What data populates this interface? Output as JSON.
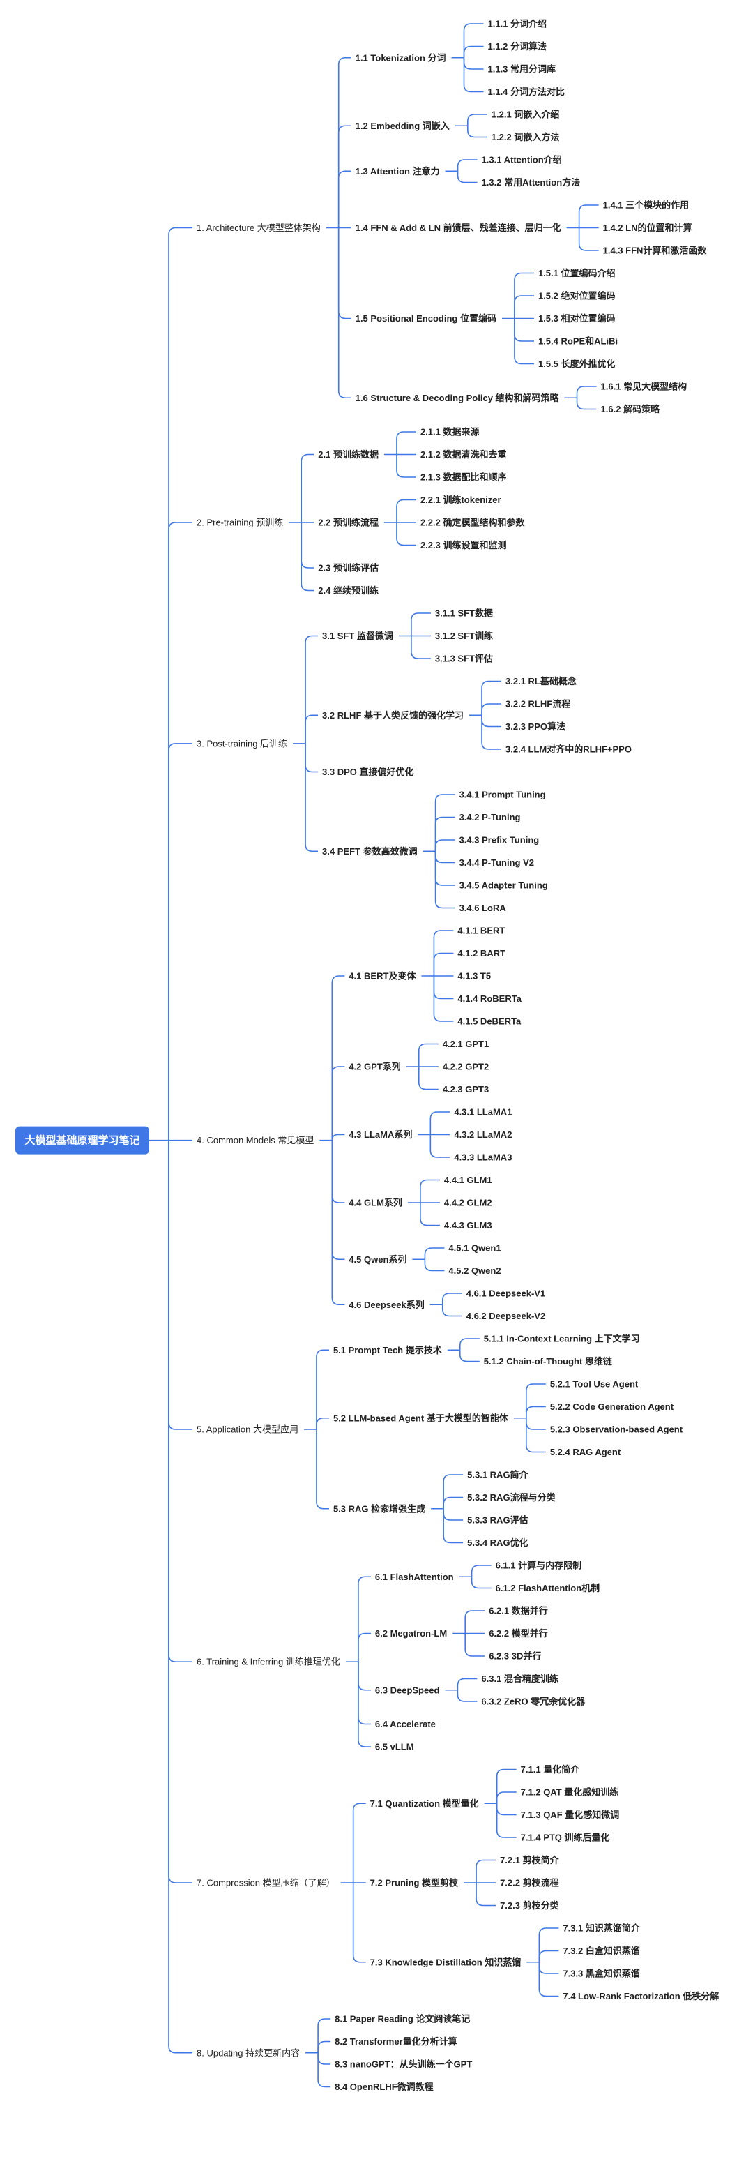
{
  "accent_color": "#3f77e6",
  "line_color": "#3f77e6",
  "root": {
    "label": "大模型基础原理学习笔记",
    "children": [
      {
        "label": "1. Architecture 大模型整体架构",
        "children": [
          {
            "label": "1.1 Tokenization 分词",
            "children": [
              {
                "label": "1.1.1 分词介绍"
              },
              {
                "label": "1.1.2 分词算法"
              },
              {
                "label": "1.1.3 常用分词库"
              },
              {
                "label": "1.1.4 分词方法对比"
              }
            ]
          },
          {
            "label": "1.2 Embedding 词嵌入",
            "children": [
              {
                "label": "1.2.1 词嵌入介绍"
              },
              {
                "label": "1.2.2 词嵌入方法"
              }
            ]
          },
          {
            "label": "1.3 Attention 注意力",
            "children": [
              {
                "label": "1.3.1 Attention介绍"
              },
              {
                "label": "1.3.2 常用Attention方法"
              }
            ]
          },
          {
            "label": "1.4 FFN & Add & LN 前馈层、残差连接、层归一化",
            "children": [
              {
                "label": "1.4.1 三个模块的作用"
              },
              {
                "label": "1.4.2 LN的位置和计算"
              },
              {
                "label": "1.4.3 FFN计算和激活函数"
              }
            ]
          },
          {
            "label": "1.5 Positional Encoding 位置编码",
            "children": [
              {
                "label": "1.5.1 位置编码介绍"
              },
              {
                "label": "1.5.2 绝对位置编码"
              },
              {
                "label": "1.5.3 相对位置编码"
              },
              {
                "label": "1.5.4 RoPE和ALiBi"
              },
              {
                "label": "1.5.5 长度外推优化"
              }
            ]
          },
          {
            "label": "1.6 Structure & Decoding Policy 结构和解码策略",
            "children": [
              {
                "label": "1.6.1 常见大模型结构"
              },
              {
                "label": "1.6.2 解码策略"
              }
            ]
          }
        ]
      },
      {
        "label": "2. Pre-training 预训练",
        "children": [
          {
            "label": "2.1 预训练数据",
            "children": [
              {
                "label": "2.1.1 数据来源"
              },
              {
                "label": "2.1.2 数据清洗和去重"
              },
              {
                "label": "2.1.3 数据配比和顺序"
              }
            ]
          },
          {
            "label": "2.2 预训练流程",
            "children": [
              {
                "label": "2.2.1 训练tokenizer"
              },
              {
                "label": "2.2.2 确定模型结构和参数"
              },
              {
                "label": "2.2.3  训练设置和监测"
              }
            ]
          },
          {
            "label": "2.3 预训练评估"
          },
          {
            "label": "2.4 继续预训练"
          }
        ]
      },
      {
        "label": "3. Post-training 后训练",
        "children": [
          {
            "label": "3.1 SFT 监督微调",
            "children": [
              {
                "label": "3.1.1 SFT数据"
              },
              {
                "label": "3.1.2 SFT训练"
              },
              {
                "label": "3.1.3 SFT评估"
              }
            ]
          },
          {
            "label": "3.2 RLHF 基于人类反馈的强化学习",
            "children": [
              {
                "label": "3.2.1 RL基础概念"
              },
              {
                "label": "3.2.2 RLHF流程"
              },
              {
                "label": "3.2.3 PPO算法"
              },
              {
                "label": "3.2.4 LLM对齐中的RLHF+PPO"
              }
            ]
          },
          {
            "label": "3.3 DPO 直接偏好优化"
          },
          {
            "label": "3.4 PEFT 参数高效微调",
            "children": [
              {
                "label": "3.4.1 Prompt Tuning"
              },
              {
                "label": "3.4.2 P-Tuning"
              },
              {
                "label": "3.4.3 Prefix Tuning"
              },
              {
                "label": "3.4.4 P-Tuning V2"
              },
              {
                "label": "3.4.5 Adapter Tuning"
              },
              {
                "label": "3.4.6 LoRA"
              }
            ]
          }
        ]
      },
      {
        "label": "4. Common Models 常见模型",
        "children": [
          {
            "label": "4.1 BERT及变体",
            "children": [
              {
                "label": "4.1.1 BERT"
              },
              {
                "label": "4.1.2 BART"
              },
              {
                "label": "4.1.3 T5"
              },
              {
                "label": "4.1.4 RoBERTa"
              },
              {
                "label": "4.1.5 DeBERTa"
              }
            ]
          },
          {
            "label": "4.2 GPT系列",
            "children": [
              {
                "label": "4.2.1 GPT1"
              },
              {
                "label": "4.2.2 GPT2"
              },
              {
                "label": "4.2.3 GPT3"
              }
            ]
          },
          {
            "label": "4.3 LLaMA系列",
            "children": [
              {
                "label": "4.3.1 LLaMA1"
              },
              {
                "label": "4.3.2 LLaMA2"
              },
              {
                "label": "4.3.3 LLaMA3"
              }
            ]
          },
          {
            "label": "4.4 GLM系列",
            "children": [
              {
                "label": "4.4.1 GLM1"
              },
              {
                "label": "4.4.2 GLM2"
              },
              {
                "label": "4.4.3 GLM3"
              }
            ]
          },
          {
            "label": "4.5 Qwen系列",
            "children": [
              {
                "label": "4.5.1 Qwen1"
              },
              {
                "label": "4.5.2 Qwen2"
              }
            ]
          },
          {
            "label": "4.6 Deepseek系列",
            "children": [
              {
                "label": "4.6.1 Deepseek-V1"
              },
              {
                "label": "4.6.2 Deepseek-V2"
              }
            ]
          }
        ]
      },
      {
        "label": "5. Application 大模型应用",
        "children": [
          {
            "label": "5.1 Prompt Tech 提示技术",
            "children": [
              {
                "label": "5.1.1 In-Context Learning 上下文学习"
              },
              {
                "label": "5.1.2 Chain-of-Thought 思维链"
              }
            ]
          },
          {
            "label": "5.2 LLM-based Agent 基于大模型的智能体",
            "children": [
              {
                "label": "5.2.1 Tool Use Agent"
              },
              {
                "label": "5.2.2 Code Generation Agent"
              },
              {
                "label": "5.2.3 Observation-based Agent"
              },
              {
                "label": "5.2.4 RAG Agent"
              }
            ]
          },
          {
            "label": "5.3 RAG 检索增强生成",
            "children": [
              {
                "label": "5.3.1 RAG简介"
              },
              {
                "label": "5.3.2 RAG流程与分类"
              },
              {
                "label": "5.3.3 RAG评估"
              },
              {
                "label": "5.3.4 RAG优化"
              }
            ]
          }
        ]
      },
      {
        "label": "6. Training & Inferring 训练推理优化",
        "children": [
          {
            "label": "6.1 FlashAttention",
            "children": [
              {
                "label": "6.1.1 计算与内存限制"
              },
              {
                "label": "6.1.2 FlashAttention机制"
              }
            ]
          },
          {
            "label": "6.2 Megatron-LM",
            "children": [
              {
                "label": "6.2.1 数据并行"
              },
              {
                "label": "6.2.2 模型并行"
              },
              {
                "label": "6.2.3 3D并行"
              }
            ]
          },
          {
            "label": "6.3 DeepSpeed",
            "children": [
              {
                "label": "6.3.1 混合精度训练"
              },
              {
                "label": "6.3.2 ZeRO 零冗余优化器"
              }
            ]
          },
          {
            "label": "6.4 Accelerate"
          },
          {
            "label": "6.5 vLLM"
          }
        ]
      },
      {
        "label": "7. Compression 模型压缩（了解）",
        "children": [
          {
            "label": "7.1 Quantization 模型量化",
            "children": [
              {
                "label": "7.1.1 量化简介"
              },
              {
                "label": "7.1.2 QAT 量化感知训练"
              },
              {
                "label": "7.1.3 QAF 量化感知微调"
              },
              {
                "label": "7.1.4 PTQ 训练后量化"
              }
            ]
          },
          {
            "label": "7.2 Pruning 模型剪枝",
            "children": [
              {
                "label": "7.2.1 剪枝简介"
              },
              {
                "label": "7.2.2 剪枝流程"
              },
              {
                "label": "7.2.3 剪枝分类"
              }
            ]
          },
          {
            "label": "7.3 Knowledge Distillation 知识蒸馏",
            "children": [
              {
                "label": "7.3.1 知识蒸馏简介"
              },
              {
                "label": "7.3.2 白盒知识蒸馏"
              },
              {
                "label": "7.3.3 黑盒知识蒸馏"
              },
              {
                "label": "7.4 Low-Rank Factorization 低秩分解"
              }
            ]
          }
        ]
      },
      {
        "label": "8. Updating 持续更新内容",
        "children": [
          {
            "label": "8.1 Paper Reading 论文阅读笔记"
          },
          {
            "label": "8.2 Transformer量化分析计算"
          },
          {
            "label": "8.3 nanoGPT：从头训练一个GPT"
          },
          {
            "label": "8.4 OpenRLHF微调教程"
          }
        ]
      }
    ]
  }
}
